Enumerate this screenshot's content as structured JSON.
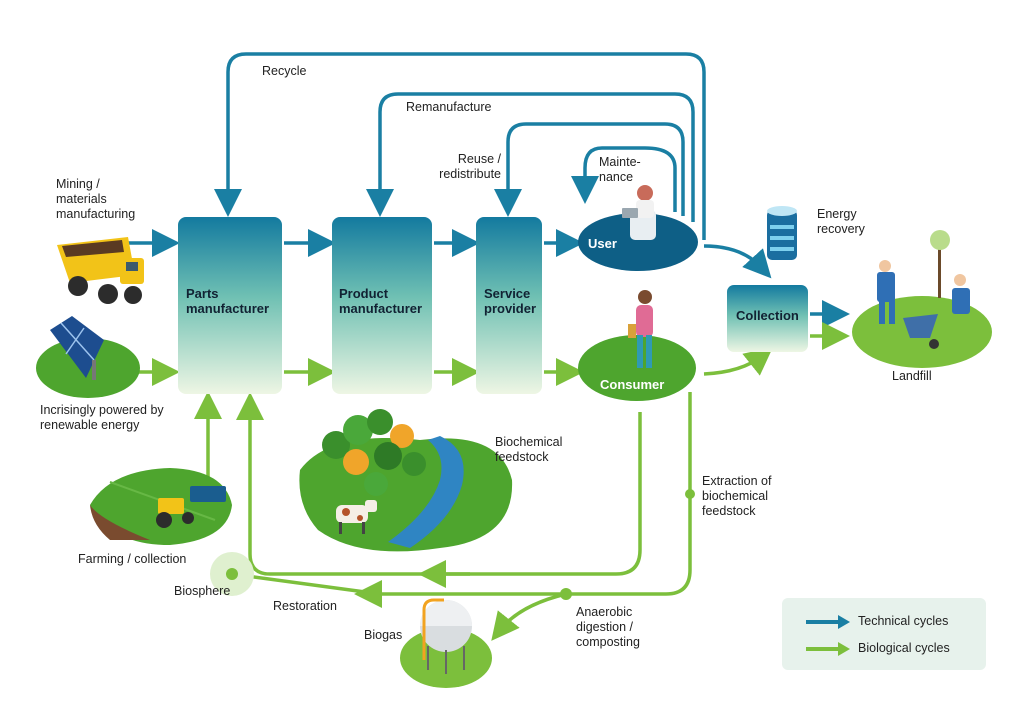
{
  "nodes": {
    "parts": "Parts\nmanufacturer",
    "product": "Product\nmanufacturer",
    "service": "Service\nprovider",
    "collection": "Collection",
    "user": "User",
    "consumer": "Consumer"
  },
  "labels": {
    "recycle": "Recycle",
    "remanufacture": "Remanufacture",
    "reuse": "Reuse /\nredistribute",
    "maintenance": "Mainte-\nnance",
    "mining": "Mining /\nmaterials\nmanufacturing",
    "renewable": "Incrisingly powered by\nrenewable energy",
    "energy_recovery": "Energy\nrecovery",
    "landfill": "Landfill",
    "biochemical_feedstock": "Biochemical\nfeedstock",
    "extraction": "Extraction of\nbiochemical\nfeedstock",
    "farming": "Farming / collection",
    "biosphere": "Biosphere",
    "restoration": "Restoration",
    "biogas": "Biogas",
    "anaerobic": "Anaerobic\ndigestion /\ncomposting"
  },
  "legend": {
    "technical": "Technical cycles",
    "biological": "Biological cycles"
  },
  "colors": {
    "technical": "#1a7fa3",
    "biological": "#7cbf3c",
    "box_top": "#137a9f",
    "box_bottom": "#eef6e4",
    "oval_blue": "#0e5f86",
    "oval_green": "#4ea52e"
  },
  "icons": [
    "dump-truck-icon",
    "solar-panel-icon",
    "tractor-icon",
    "person-user-icon",
    "person-consumer-icon",
    "battery-icon",
    "gardeners-icon",
    "forest-river-icon",
    "cow-icon",
    "biogas-tank-icon"
  ]
}
